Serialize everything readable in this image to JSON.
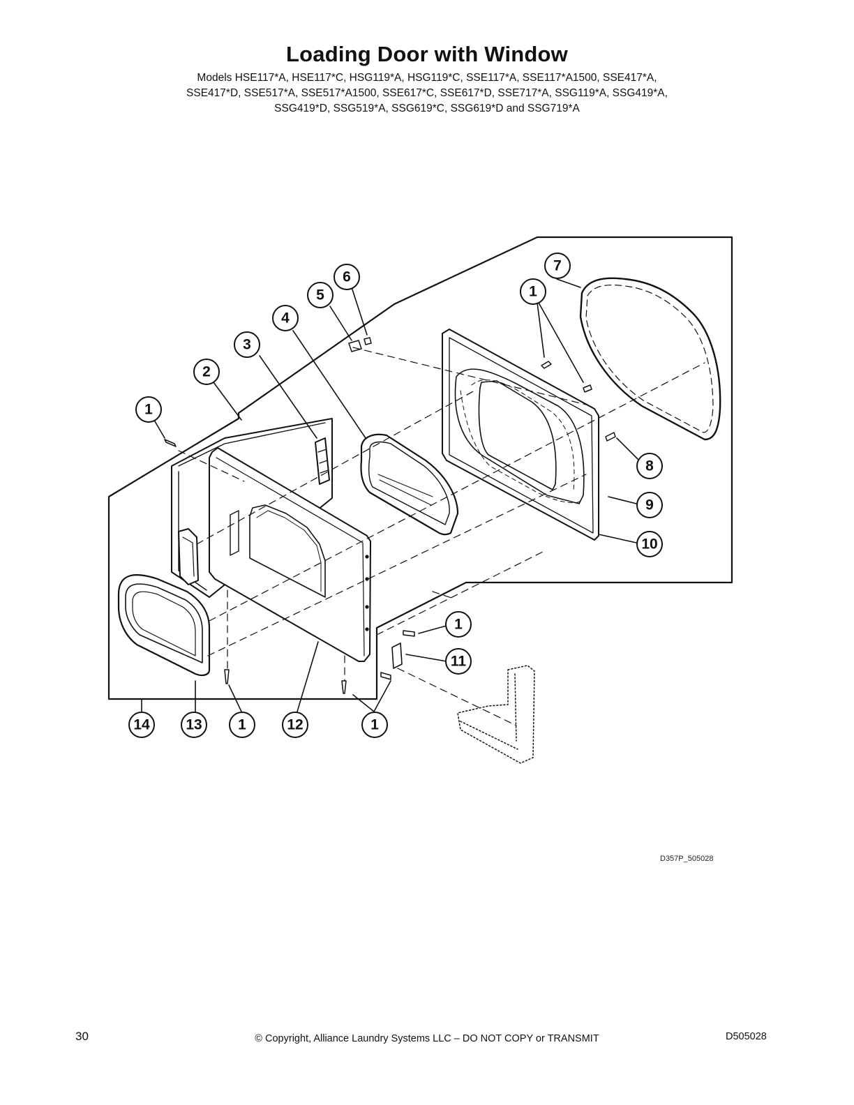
{
  "title": "Loading Door with Window",
  "models": [
    "Models HSE117*A, HSE117*C, HSG119*A, HSG119*C, SSE117*A, SSE117*A1500, SSE417*A,",
    "SSE417*D, SSE517*A, SSE517*A1500, SSE617*C, SSE617*D, SSE717*A, SSG119*A, SSG419*A,",
    "SSG419*D, SSG519*A, SSG619*C, SSG619*D and SSG719*A"
  ],
  "callouts": [
    {
      "id": "c7",
      "label": "7"
    },
    {
      "id": "c6",
      "label": "6"
    },
    {
      "id": "c5",
      "label": "5"
    },
    {
      "id": "c1a",
      "label": "1"
    },
    {
      "id": "c4",
      "label": "4"
    },
    {
      "id": "c3",
      "label": "3"
    },
    {
      "id": "c2",
      "label": "2"
    },
    {
      "id": "c1b",
      "label": "1"
    },
    {
      "id": "c8",
      "label": "8"
    },
    {
      "id": "c9",
      "label": "9"
    },
    {
      "id": "c10",
      "label": "10"
    },
    {
      "id": "c1c",
      "label": "1"
    },
    {
      "id": "c11",
      "label": "11"
    },
    {
      "id": "c14",
      "label": "14"
    },
    {
      "id": "c13",
      "label": "13"
    },
    {
      "id": "c1d",
      "label": "1"
    },
    {
      "id": "c12",
      "label": "12"
    },
    {
      "id": "c1e",
      "label": "1"
    }
  ],
  "figure_id": "D357P_505028",
  "footer": {
    "page_number": "30",
    "copyright": "© Copyright, Alliance Laundry Systems LLC – DO NOT COPY or TRANSMIT",
    "doc_number": "D505028"
  }
}
